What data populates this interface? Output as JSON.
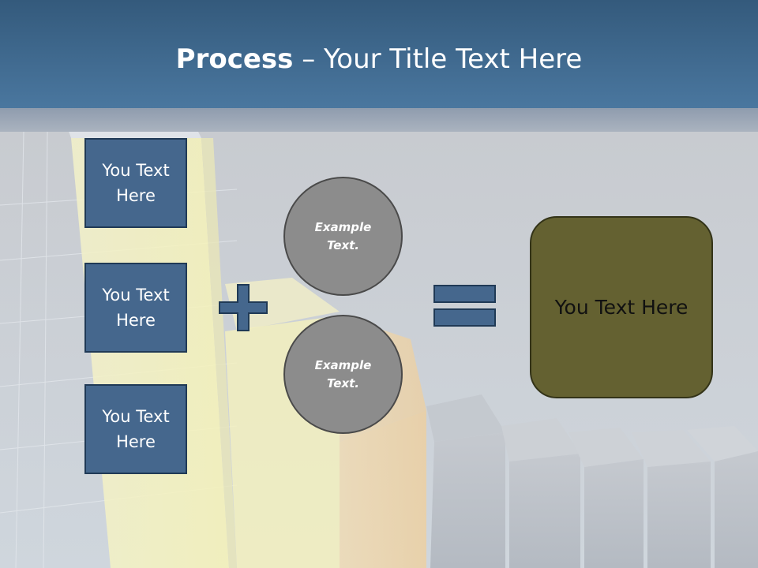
{
  "slide": {
    "title_bold": "Process",
    "title_separator": " – ",
    "title_rest": "Your Title Text Here"
  },
  "inputs": [
    {
      "label": "You Text Here"
    },
    {
      "label": "You Text Here"
    },
    {
      "label": "You Text Here"
    }
  ],
  "operands": [
    {
      "label": "Example Text."
    },
    {
      "label": "Example Text."
    }
  ],
  "result": {
    "label": "You Text Here"
  },
  "colors": {
    "header": "#4a779f",
    "box_fill": "#45678d",
    "box_border": "#203a56",
    "circle_fill": "#8c8c8c",
    "result_fill": "#646131",
    "operator": "#45678d"
  },
  "icons": {
    "plus": "plus-icon",
    "equals": "equals-icon"
  }
}
